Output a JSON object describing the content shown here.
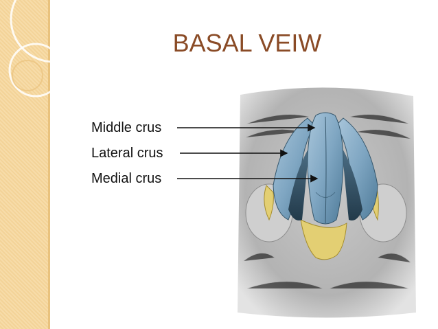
{
  "slide": {
    "title": "BASAL VEIW",
    "labels": {
      "middle": "Middle crus",
      "lateral": "Lateral crus",
      "medial": "Medial crus"
    }
  },
  "colors": {
    "accent_title": "#8a4b26",
    "side_band": "#f7dca9",
    "cartilage_blue": "#7fa6c2",
    "fat_yellow": "#e3cf73"
  }
}
